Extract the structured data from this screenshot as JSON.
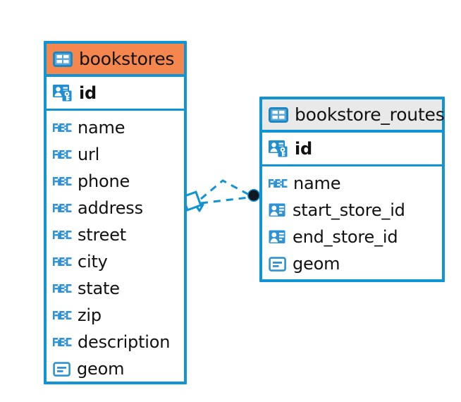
{
  "diagram": {
    "type": "entity-relationship-diagram",
    "background_color": "#ffffff",
    "accent_blue": "#1194d4",
    "accent_orange": "#f5874e",
    "accent_gray": "#e9e9e9"
  },
  "tables": [
    {
      "name": "bookstores",
      "header_color": "#f5874e",
      "icon": "table-grid-icon",
      "primary_keys": [
        {
          "label": "id",
          "icon": "primary-key-icon"
        }
      ],
      "fields": [
        {
          "label": "name",
          "icon": "abc-text-icon"
        },
        {
          "label": "url",
          "icon": "abc-text-icon"
        },
        {
          "label": "phone",
          "icon": "abc-text-icon"
        },
        {
          "label": "address",
          "icon": "abc-text-icon"
        },
        {
          "label": "street",
          "icon": "abc-text-icon"
        },
        {
          "label": "city",
          "icon": "abc-text-icon"
        },
        {
          "label": "state",
          "icon": "abc-text-icon"
        },
        {
          "label": "zip",
          "icon": "abc-text-icon"
        },
        {
          "label": "description",
          "icon": "abc-text-icon"
        },
        {
          "label": "geom",
          "icon": "geometry-icon"
        }
      ]
    },
    {
      "name": "bookstore_routes",
      "header_color": "#e9e9e9",
      "icon": "table-grid-icon",
      "primary_keys": [
        {
          "label": "id",
          "icon": "primary-key-icon"
        }
      ],
      "fields": [
        {
          "label": "name",
          "icon": "abc-text-icon"
        },
        {
          "label": "start_store_id",
          "icon": "foreign-key-icon"
        },
        {
          "label": "end_store_id",
          "icon": "foreign-key-icon"
        },
        {
          "label": "geom",
          "icon": "geometry-icon"
        }
      ]
    }
  ],
  "relationship": {
    "from_table": "bookstores",
    "to_table": "bookstore_routes",
    "line_style": "dashed",
    "line_color": "#1194d4",
    "source_marker": "diamond-outline-marker",
    "target_marker": "filled-circle-marker"
  }
}
